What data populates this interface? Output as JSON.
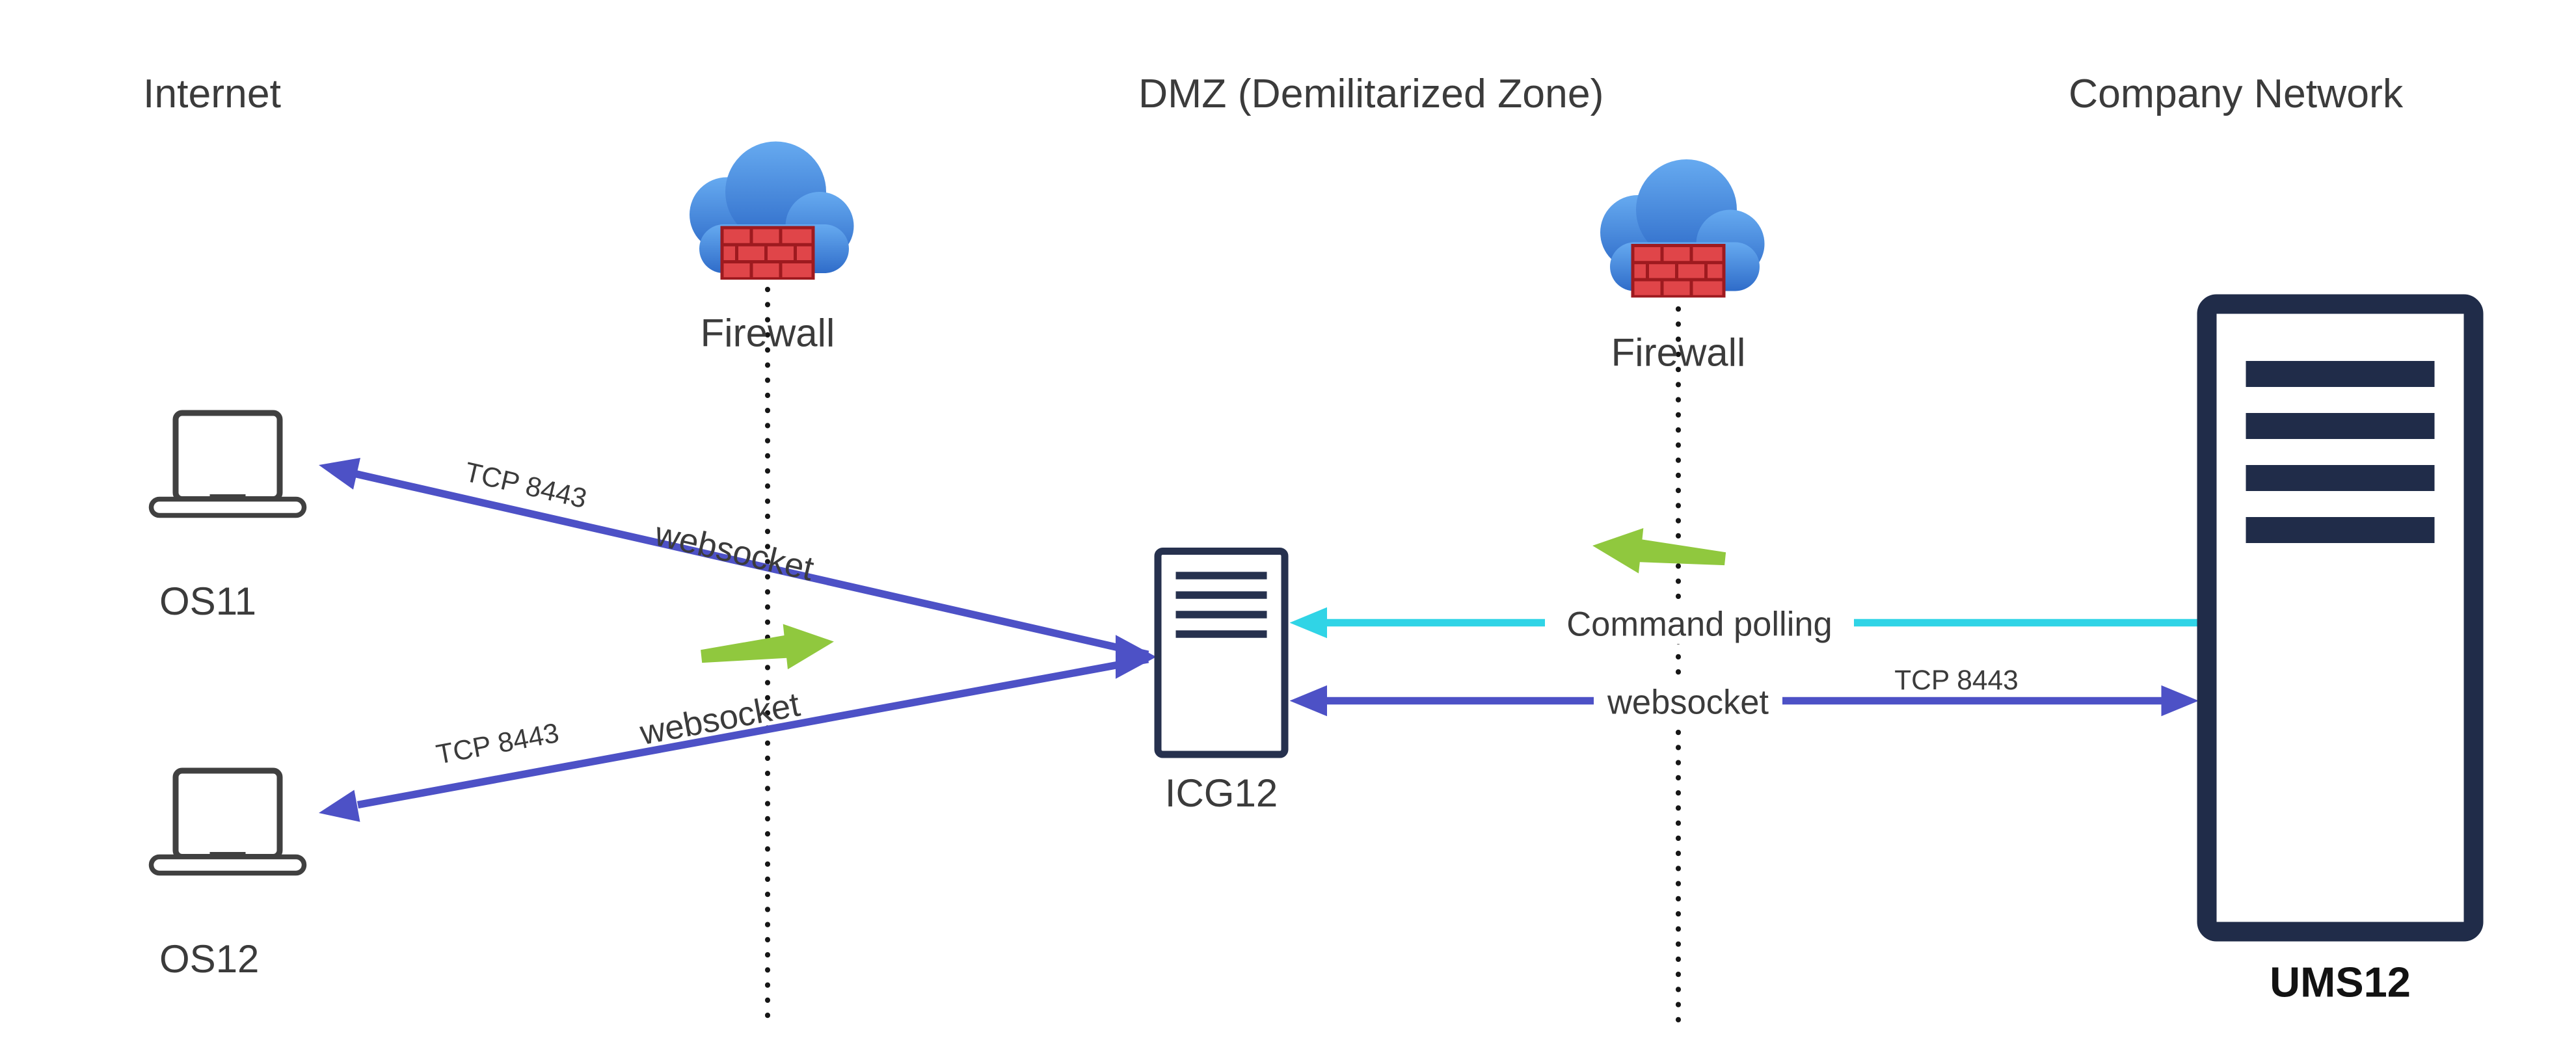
{
  "zones": {
    "internet": "Internet",
    "dmz": "DMZ (Demilitarized Zone)",
    "company_network": "Company Network"
  },
  "nodes": {
    "firewall_left": "Firewall",
    "firewall_right": "Firewall",
    "client1": "OS11",
    "client2": "OS12",
    "gateway": "ICG12",
    "server": "UMS12"
  },
  "links": {
    "gateway_to_os11": {
      "port": "TCP 8443",
      "protocol": "websocket"
    },
    "gateway_to_os12": {
      "port": "TCP 8443",
      "protocol": "websocket"
    },
    "command_polling": {
      "label": "Command polling"
    },
    "server_websocket": {
      "protocol": "websocket",
      "port": "TCP 8443"
    }
  },
  "colors": {
    "arrow_purple": "#4d51c6",
    "arrow_cyan": "#30d4e6",
    "arrow_green": "#90c83e",
    "server_navy": "#202c49",
    "firewall_cloud_top": "#66aaf0",
    "firewall_cloud_bottom": "#2f6cc9",
    "brick_red": "#e04549"
  }
}
